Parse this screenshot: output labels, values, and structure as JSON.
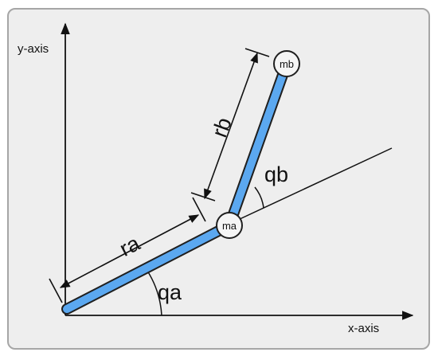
{
  "axes": {
    "x_label": "x-axis",
    "y_label": "y-axis"
  },
  "links": {
    "a": {
      "length_label": "ra",
      "angle_label": "qa"
    },
    "b": {
      "length_label": "rb",
      "angle_label": "qb"
    }
  },
  "joints": {
    "a": "ma",
    "b": "mb"
  },
  "colors": {
    "background": "#eeeeee",
    "frame_border": "#a6a6a6",
    "link_fill": "#5ba8f0",
    "link_outline": "#1f1f1f",
    "joint_fill": "#f5f5f5"
  }
}
